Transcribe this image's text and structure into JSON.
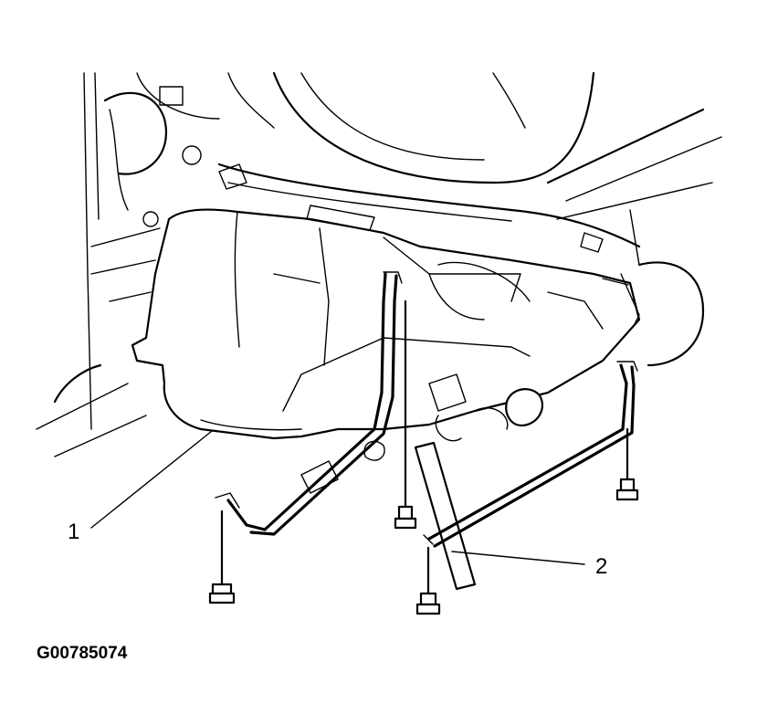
{
  "diagram": {
    "figure_id": "G00785074",
    "callouts": [
      {
        "number": "1"
      },
      {
        "number": "2"
      }
    ],
    "colors": {
      "ink": "#000000",
      "paper": "#ffffff"
    }
  }
}
